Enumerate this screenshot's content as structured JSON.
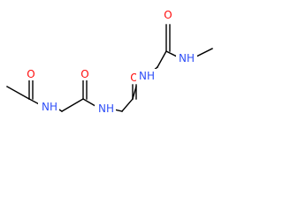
{
  "molecule": {
    "colors": {
      "bond": "#000000",
      "oxygen": "#ff0d0d",
      "nitrogen": "#3050f8",
      "background": "#ffffff"
    },
    "atom_labels": {
      "o1": "O",
      "nh1": "NH",
      "o2": "O",
      "nh2": "NH",
      "o3": "O",
      "nh3": "NH",
      "o4": "O",
      "nh4": "NH"
    }
  }
}
